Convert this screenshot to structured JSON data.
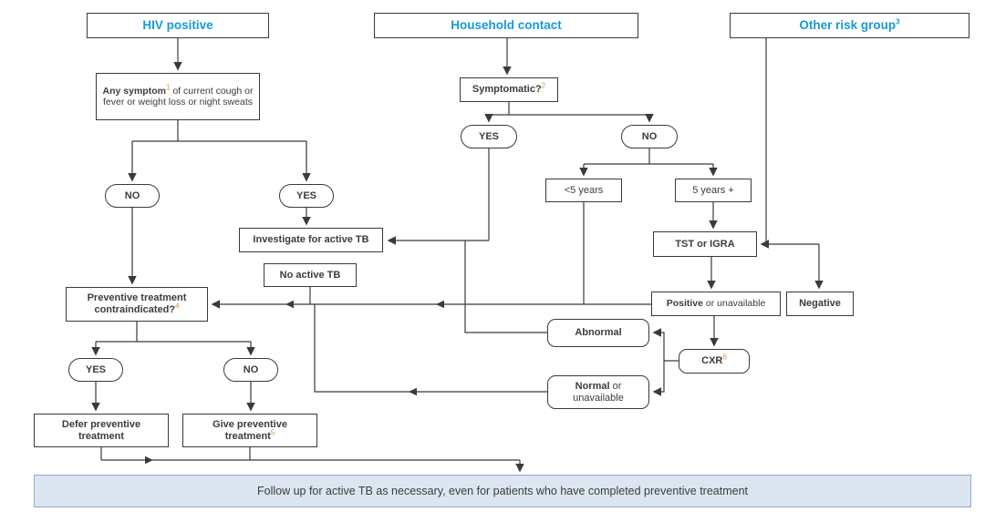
{
  "colors": {
    "accent_blue": "#1899d6",
    "superscript_orange": "#d9953c",
    "line": "#3a3a39",
    "text": "#3c3c3b",
    "banner_bg": "#dce6f2"
  },
  "headers": {
    "hiv_positive": {
      "label": "HIV positive"
    },
    "household_contact": {
      "label": "Household contact"
    },
    "other_risk_group": {
      "label": "Other risk group",
      "sup": "3"
    }
  },
  "nodes": {
    "any_symptom": {
      "bold": "Any symptom",
      "sup": "1",
      "rest": " of current cough or fever or weight loss or night sweats"
    },
    "hiv_no": {
      "label": "NO"
    },
    "hiv_yes": {
      "label": "YES"
    },
    "investigate": {
      "label": "Investigate for active TB"
    },
    "no_active_tb": {
      "label": "No active TB"
    },
    "contraindicated": {
      "bold": "Preventive treatment contraindicated?",
      "sup": "4"
    },
    "contra_yes": {
      "label": "YES"
    },
    "contra_no": {
      "label": "NO"
    },
    "defer": {
      "label": "Defer preventive treatment"
    },
    "give": {
      "bold": "Give preventive treatment",
      "sup": "5"
    },
    "symptomatic": {
      "bold": "Symptomatic?",
      "sup": "2"
    },
    "sym_yes": {
      "label": "YES"
    },
    "sym_no": {
      "label": "NO"
    },
    "under_5_years": {
      "label": "<5 years"
    },
    "five_years_plus": {
      "label": "5 years +"
    },
    "tst_igra": {
      "label": "TST or IGRA"
    },
    "tst_positive": {
      "bold": "Positive",
      "rest": " or unavailable"
    },
    "tst_negative": {
      "label": "Negative"
    },
    "cxr": {
      "bold": "CXR",
      "sup": "6"
    },
    "cxr_abnormal": {
      "label": "Abnormal"
    },
    "cxr_normal": {
      "bold": "Normal",
      "rest": " or unavailable"
    }
  },
  "banner": {
    "label": "Follow up for active TB as necessary, even for patients who have completed preventive treatment"
  }
}
